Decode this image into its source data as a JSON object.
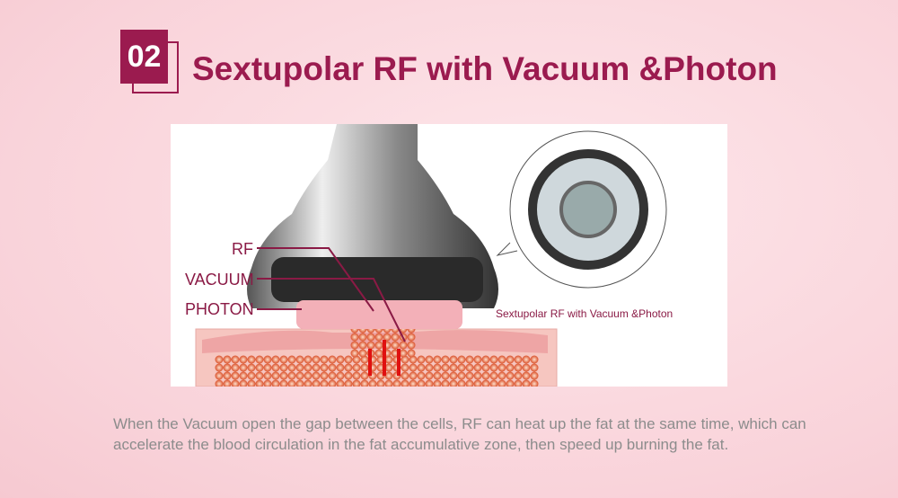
{
  "header": {
    "number": "02",
    "title": "Sextupolar RF with Vacuum &Photon"
  },
  "diagram": {
    "labels": [
      "RF",
      "VACUUM",
      "PHOTON"
    ],
    "caption": "Sextupolar RF with Vacuum &Photon"
  },
  "description": "When the Vacuum open the gap between the cells, RF can heat up the fat at the same time, which can accelerate the blood circulation in the fat accumulative zone, then speed up burning the fat.",
  "colors": {
    "accent": "#9b1b4f"
  }
}
